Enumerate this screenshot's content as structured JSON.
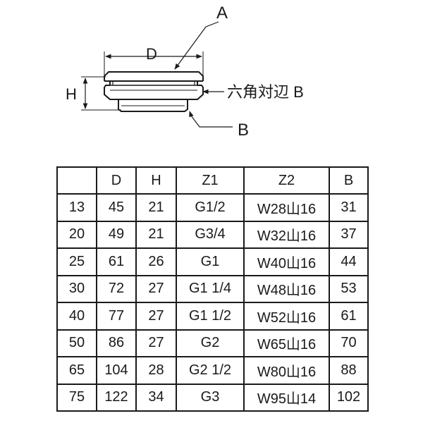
{
  "drawing": {
    "label_a": "A",
    "label_d": "D",
    "label_h": "H",
    "label_hex": "六角対辺 B",
    "label_b": "B"
  },
  "table": {
    "headers": [
      "",
      "D",
      "H",
      "Z1",
      "Z2",
      "B"
    ],
    "rows": [
      [
        "13",
        "45",
        "21",
        "G1/2",
        "W28山16",
        "31"
      ],
      [
        "20",
        "49",
        "21",
        "G3/4",
        "W32山16",
        "37"
      ],
      [
        "25",
        "61",
        "26",
        "G1",
        "W40山16",
        "44"
      ],
      [
        "30",
        "72",
        "27",
        "G1 1/4",
        "W48山16",
        "53"
      ],
      [
        "40",
        "77",
        "27",
        "G1 1/2",
        "W52山16",
        "61"
      ],
      [
        "50",
        "86",
        "27",
        "G2",
        "W65山16",
        "70"
      ],
      [
        "65",
        "104",
        "28",
        "G2 1/2",
        "W80山16",
        "88"
      ],
      [
        "75",
        "122",
        "34",
        "G3",
        "W95山14",
        "102"
      ]
    ]
  }
}
